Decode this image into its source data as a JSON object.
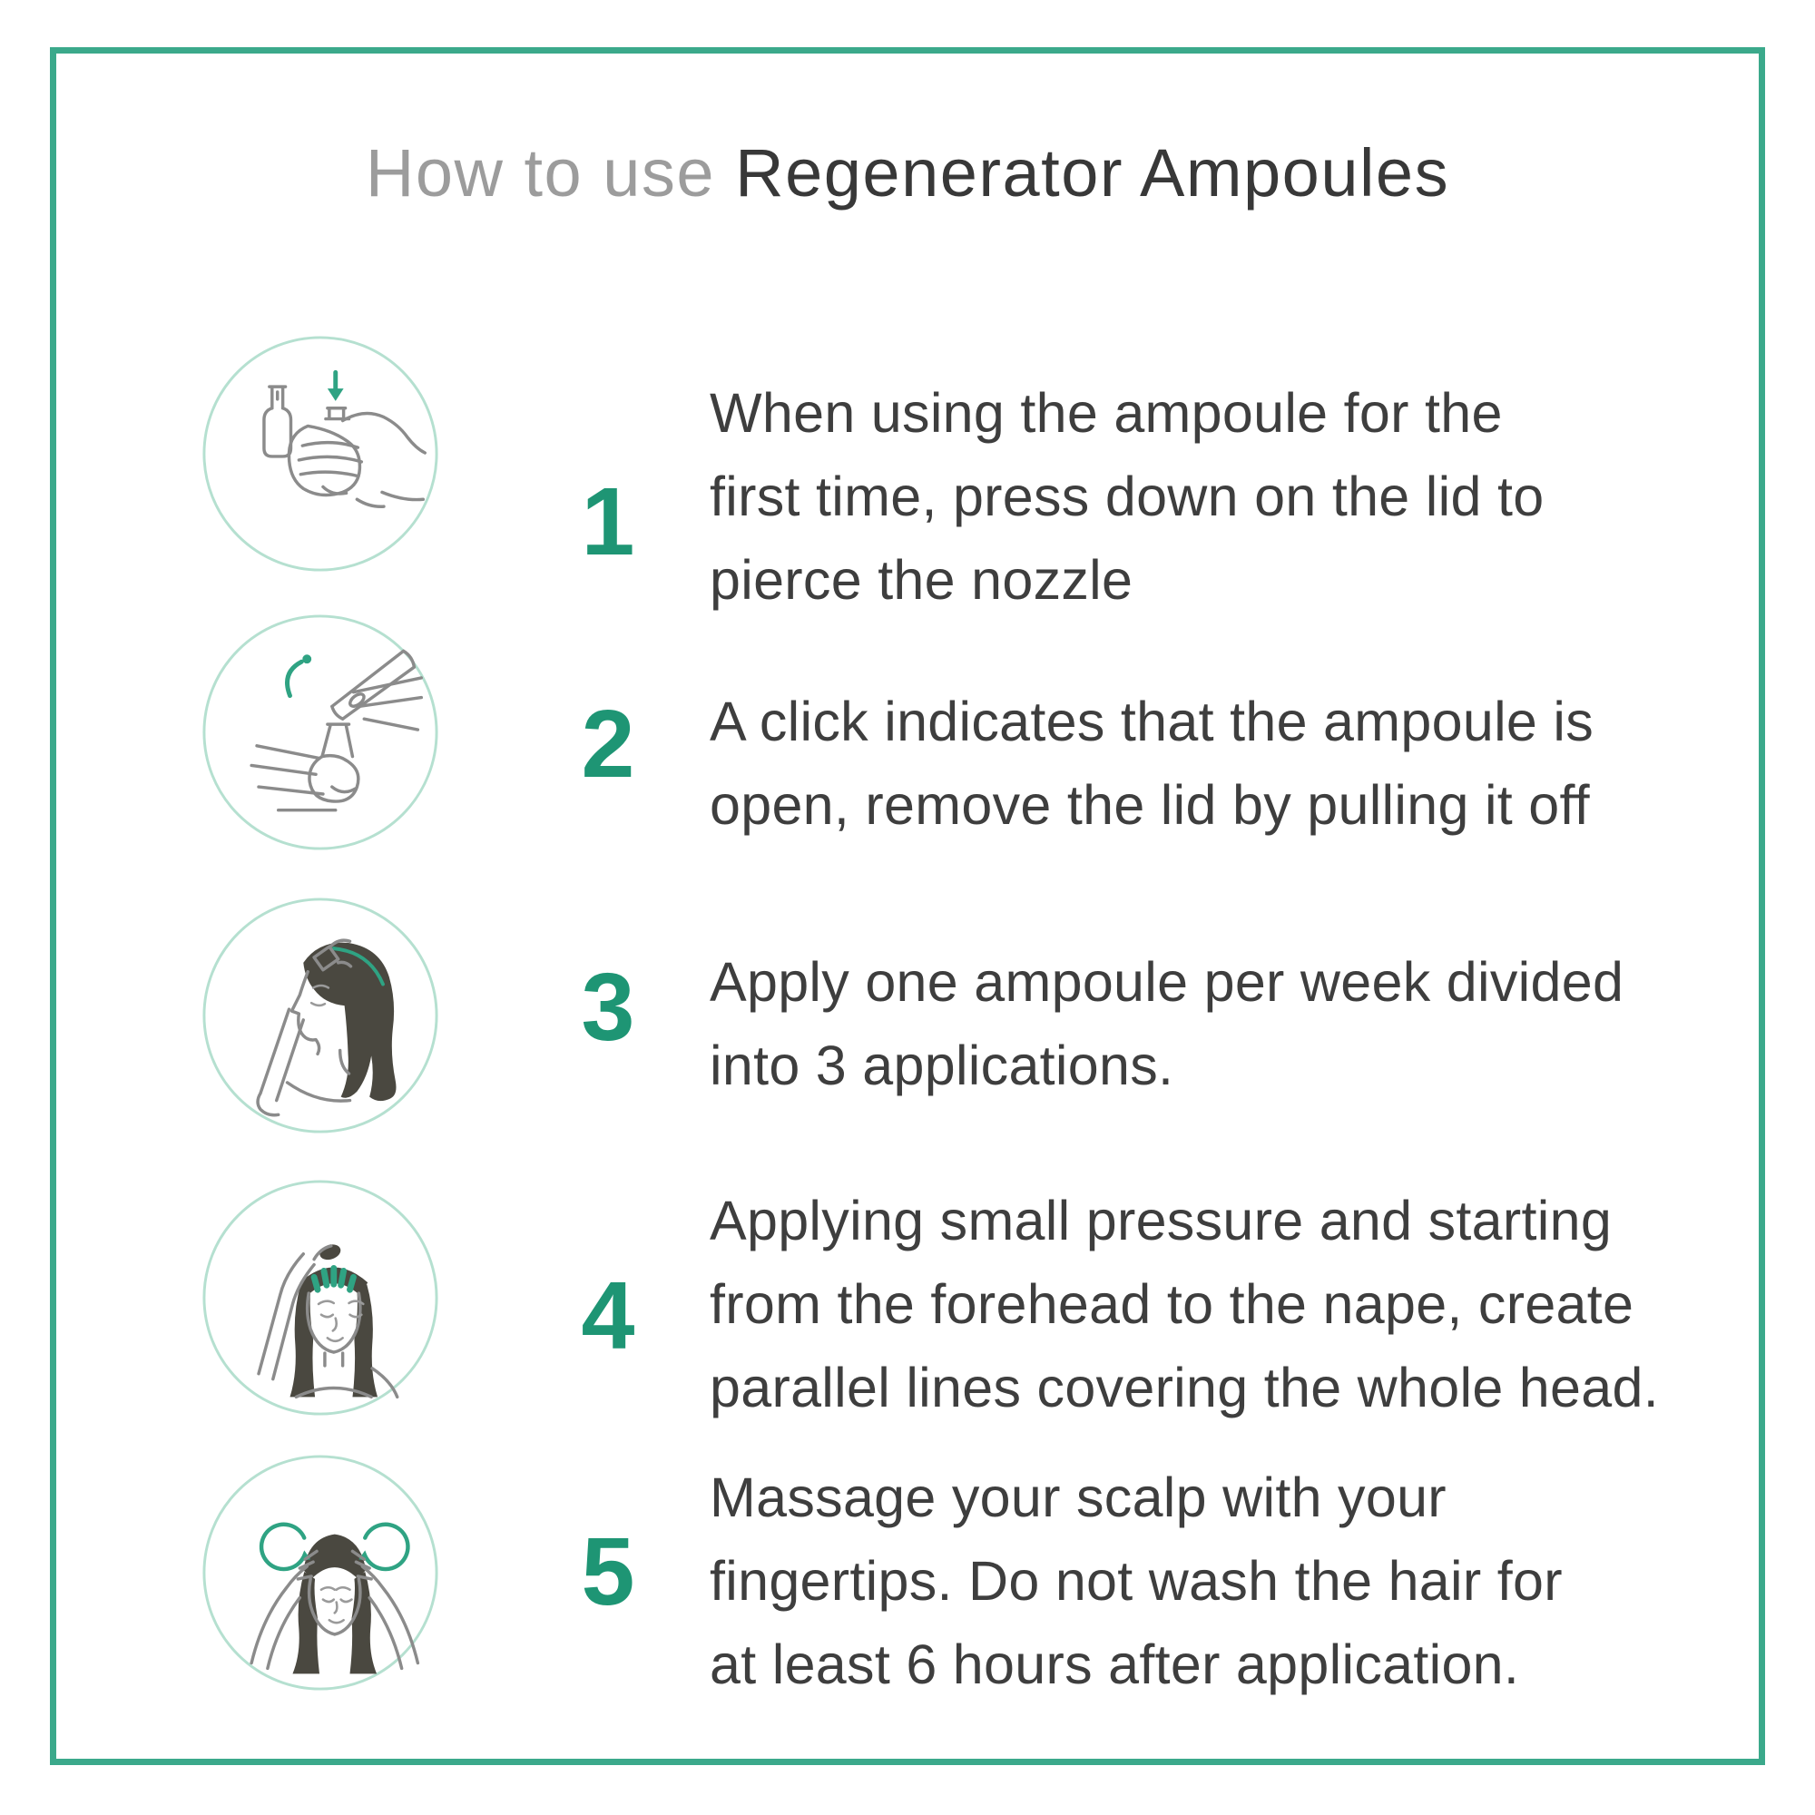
{
  "title": {
    "light": "How to use ",
    "bold": "Regenerator Ampoules"
  },
  "steps": [
    {
      "number": "1",
      "icon": "press-lid-down-icon",
      "text": "When using the ampoule for the\nfirst time, press down on the lid to\npierce the nozzle"
    },
    {
      "number": "2",
      "icon": "remove-lid-icon",
      "text": "A click indicates that the ampoule is\nopen, remove the lid by pulling it off"
    },
    {
      "number": "3",
      "icon": "apply-to-scalp-icon",
      "text": "Apply one ampoule per week divided\ninto 3 applications."
    },
    {
      "number": "4",
      "icon": "parallel-lines-application-icon",
      "text": "Applying small pressure and starting\nfrom the forehead to the nape, create\nparallel lines covering the whole head."
    },
    {
      "number": "5",
      "icon": "scalp-massage-icon",
      "text": "Massage your scalp with your\nfingertips. Do not wash the hair for\nat least 6 hours after application."
    }
  ],
  "colors": {
    "border_teal": "#3BA98B",
    "accent_teal": "#1E9574",
    "circle_outline": "#B5E0D0",
    "icon_line_gray": "#8B8B8B",
    "hair_fill": "#4A4840",
    "body_text": "#3E3E3E",
    "title_light": "#9C9C9C",
    "title_dark": "#383838"
  }
}
